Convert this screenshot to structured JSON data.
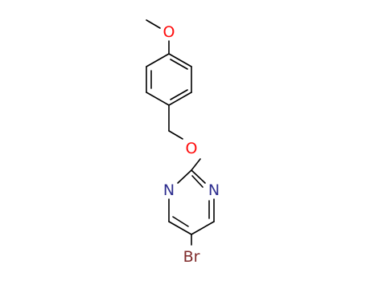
{
  "colors": {
    "bond": "#000000",
    "oxygen": "#ff0d0d",
    "nitrogen": "#2e2e8f",
    "bromine": "#7f2a2a"
  },
  "atoms": {
    "o_methoxy": "O",
    "o_ether": "O",
    "n_left": "N",
    "n_right": "N",
    "br": "Br"
  }
}
